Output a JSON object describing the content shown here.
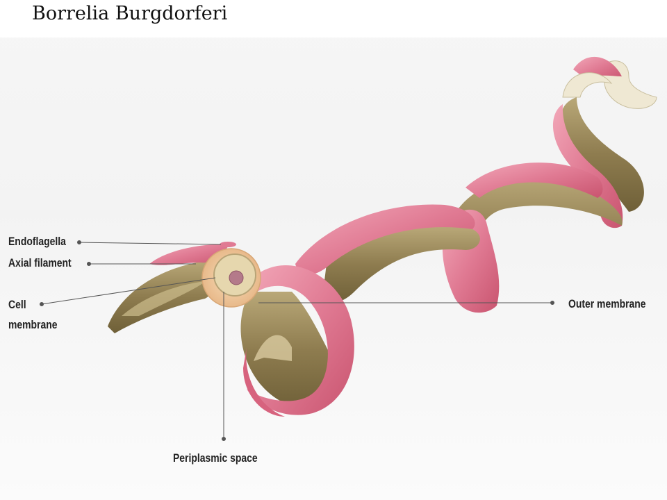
{
  "title": "Borrelia Burgdorferi",
  "labels": {
    "endoflagella": "Endoflagella",
    "axial_filament": "Axial filament",
    "cell_membrane_line1": "Cell",
    "cell_membrane_line2": "membrane",
    "outer_membrane": "Outer  membrane",
    "periplasmic_space": "Periplasmic  space"
  },
  "colors": {
    "outer_membrane_pink": "#e07a93",
    "body_olive": "#8c7a4e",
    "body_light": "#c8b88a",
    "cross_section": "#f2c89a",
    "core": "#b47a8a",
    "tail_white": "#efe8d3"
  }
}
